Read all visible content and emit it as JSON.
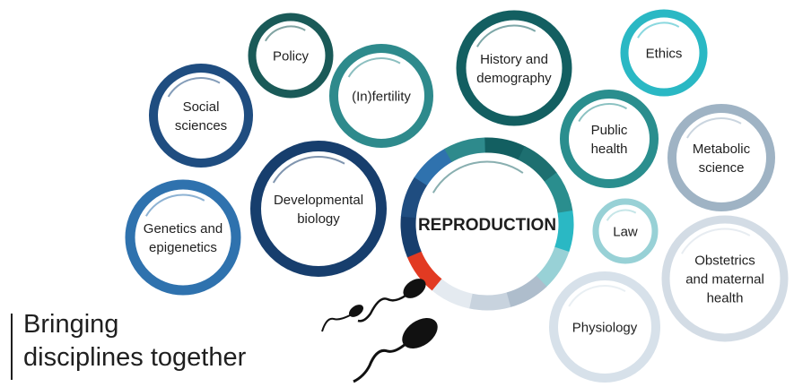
{
  "diagram": {
    "center": {
      "label": "REPRODUCTION"
    },
    "disciplines": [
      {
        "id": "policy",
        "lines": [
          "Policy"
        ],
        "color": "#1a5a58"
      },
      {
        "id": "infertility",
        "lines": [
          "(In)fertility"
        ],
        "color": "#2e8a8c"
      },
      {
        "id": "history",
        "lines": [
          "History and",
          "demography"
        ],
        "color": "#135f61"
      },
      {
        "id": "ethics",
        "lines": [
          "Ethics"
        ],
        "color": "#2ab8c4"
      },
      {
        "id": "social",
        "lines": [
          "Social",
          "sciences"
        ],
        "color": "#1f4d80"
      },
      {
        "id": "public-health",
        "lines": [
          "Public",
          "health"
        ],
        "color": "#2a8e8e"
      },
      {
        "id": "metabolic",
        "lines": [
          "Metabolic",
          "science"
        ],
        "color": "#9fb3c4"
      },
      {
        "id": "developmental",
        "lines": [
          "Developmental",
          "biology"
        ],
        "color": "#173e6d"
      },
      {
        "id": "genetics",
        "lines": [
          "Genetics and",
          "epigenetics"
        ],
        "color": "#2f72ae"
      },
      {
        "id": "law",
        "lines": [
          "Law"
        ],
        "color": "#98d1d6"
      },
      {
        "id": "obstetrics",
        "lines": [
          "Obstetrics",
          "and maternal",
          "health"
        ],
        "color": "#d3dce5"
      },
      {
        "id": "physiology",
        "lines": [
          "Physiology"
        ],
        "color": "#d7e1ea"
      }
    ],
    "ring_segments": [
      "#135f61",
      "#1d6f70",
      "#2a8e8e",
      "#2ab8c4",
      "#98d1d6",
      "#aebdcc",
      "#c8d3de",
      "#e4eaf0",
      "#e23a22",
      "#173e6d",
      "#1f4d80",
      "#2f72ae",
      "#2e8a8c"
    ]
  },
  "tagline": {
    "line1": "Bringing",
    "line2": "disciplines together"
  }
}
